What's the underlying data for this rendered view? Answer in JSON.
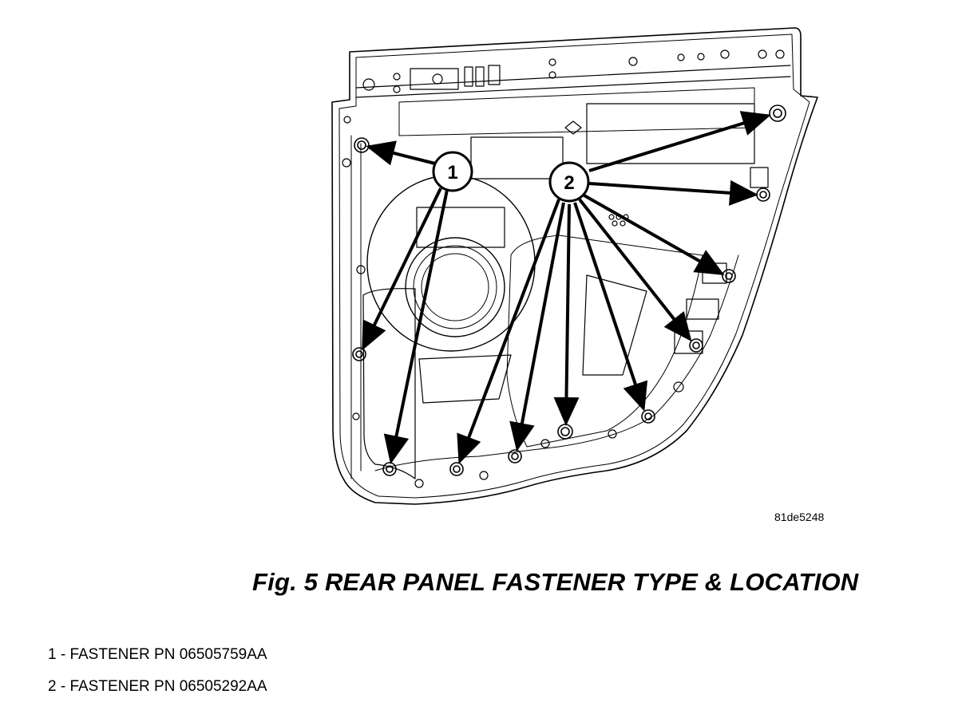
{
  "figure": {
    "id": "81de5248",
    "caption": "Fig. 5 REAR PANEL FASTENER TYPE & LOCATION"
  },
  "callouts": [
    {
      "number": "1",
      "label": "FASTENER PN 06505759AA",
      "target_count": 3
    },
    {
      "number": "2",
      "label": "FASTENER PN 06505292AA",
      "target_count": 8
    }
  ],
  "legend": [
    {
      "text": "1 - FASTENER PN 06505759AA"
    },
    {
      "text": "2 - FASTENER PN 06505292AA"
    }
  ]
}
